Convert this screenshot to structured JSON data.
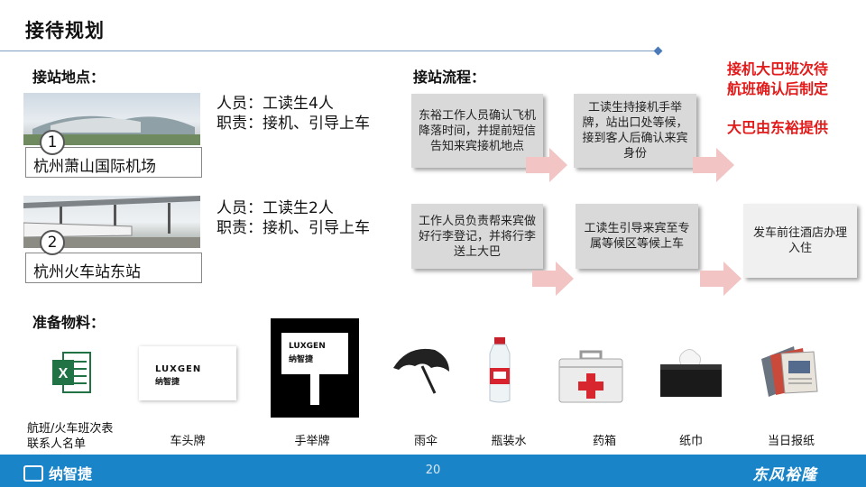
{
  "title": "接待规划",
  "sections": {
    "station": "接站地点：",
    "process": "接站流程：",
    "materials": "准备物料："
  },
  "locations": [
    {
      "number": "1",
      "name": "杭州萧山国际机场",
      "staff": "人员：工读生4人",
      "duty": "职责：接机、引导上车"
    },
    {
      "number": "2",
      "name": "杭州火车站东站",
      "staff": "人员：工读生2人",
      "duty": "职责：接机、引导上车"
    }
  ],
  "flow_row1": [
    "东裕工作人员确认飞机降落时间，并提前短信告知来宾接机地点",
    "工读生持接机手举牌，站出口处等候，接到客人后确认来宾身份"
  ],
  "flow_row2": [
    "工作人员负责帮来宾做好行李登记，并将行李送上大巴",
    "工读生引导来宾至专属等候区等候上车",
    "发车前往酒店办理入住"
  ],
  "notes": {
    "line1": "接机大巴班次待",
    "line2": "航班确认后制定",
    "line3": "大巴由东裕提供"
  },
  "materials": [
    {
      "label": "航班/火车班次表\n联系人名单",
      "icon": "excel-icon"
    },
    {
      "label": "车头牌",
      "icon": "car-sign"
    },
    {
      "label": "手举牌",
      "icon": "hand-sign"
    },
    {
      "label": "雨伞",
      "icon": "umbrella"
    },
    {
      "label": "瓶装水",
      "icon": "water-bottle"
    },
    {
      "label": "药箱",
      "icon": "first-aid-kit"
    },
    {
      "label": "纸巾",
      "icon": "tissue-box"
    },
    {
      "label": "当日报纸",
      "icon": "newspapers"
    }
  ],
  "sign_brand": "LUXGEN",
  "sign_brand_cn": "纳智捷",
  "footer": {
    "page": "20",
    "left_logo": "纳智捷",
    "right_logo": "东风裕隆"
  },
  "colors": {
    "footer": "#1a84c8",
    "red": "#e21a1a",
    "box": "#d9d9d9",
    "arrow": "#f2c4c4"
  }
}
